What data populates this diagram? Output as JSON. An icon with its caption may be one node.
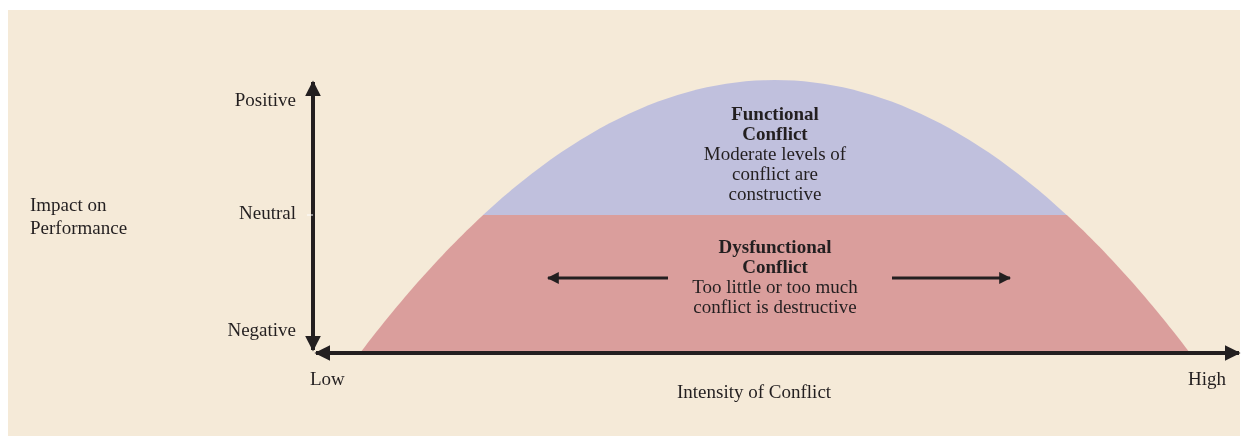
{
  "diagram": {
    "nodes": [
      {
        "text": [
          "Functional Conflict",
          "Moderate levels of conflict are constructive"
        ]
      },
      {
        "text": [
          "Dysfunctional Conflict",
          "Too little or too much conflict is destructive"
        ]
      }
    ],
    "labels": [
      "Positive",
      "Impact on Performance",
      "Neutral",
      "Negative",
      "Low",
      "High",
      "Intensity of Conflict"
    ]
  }
}
